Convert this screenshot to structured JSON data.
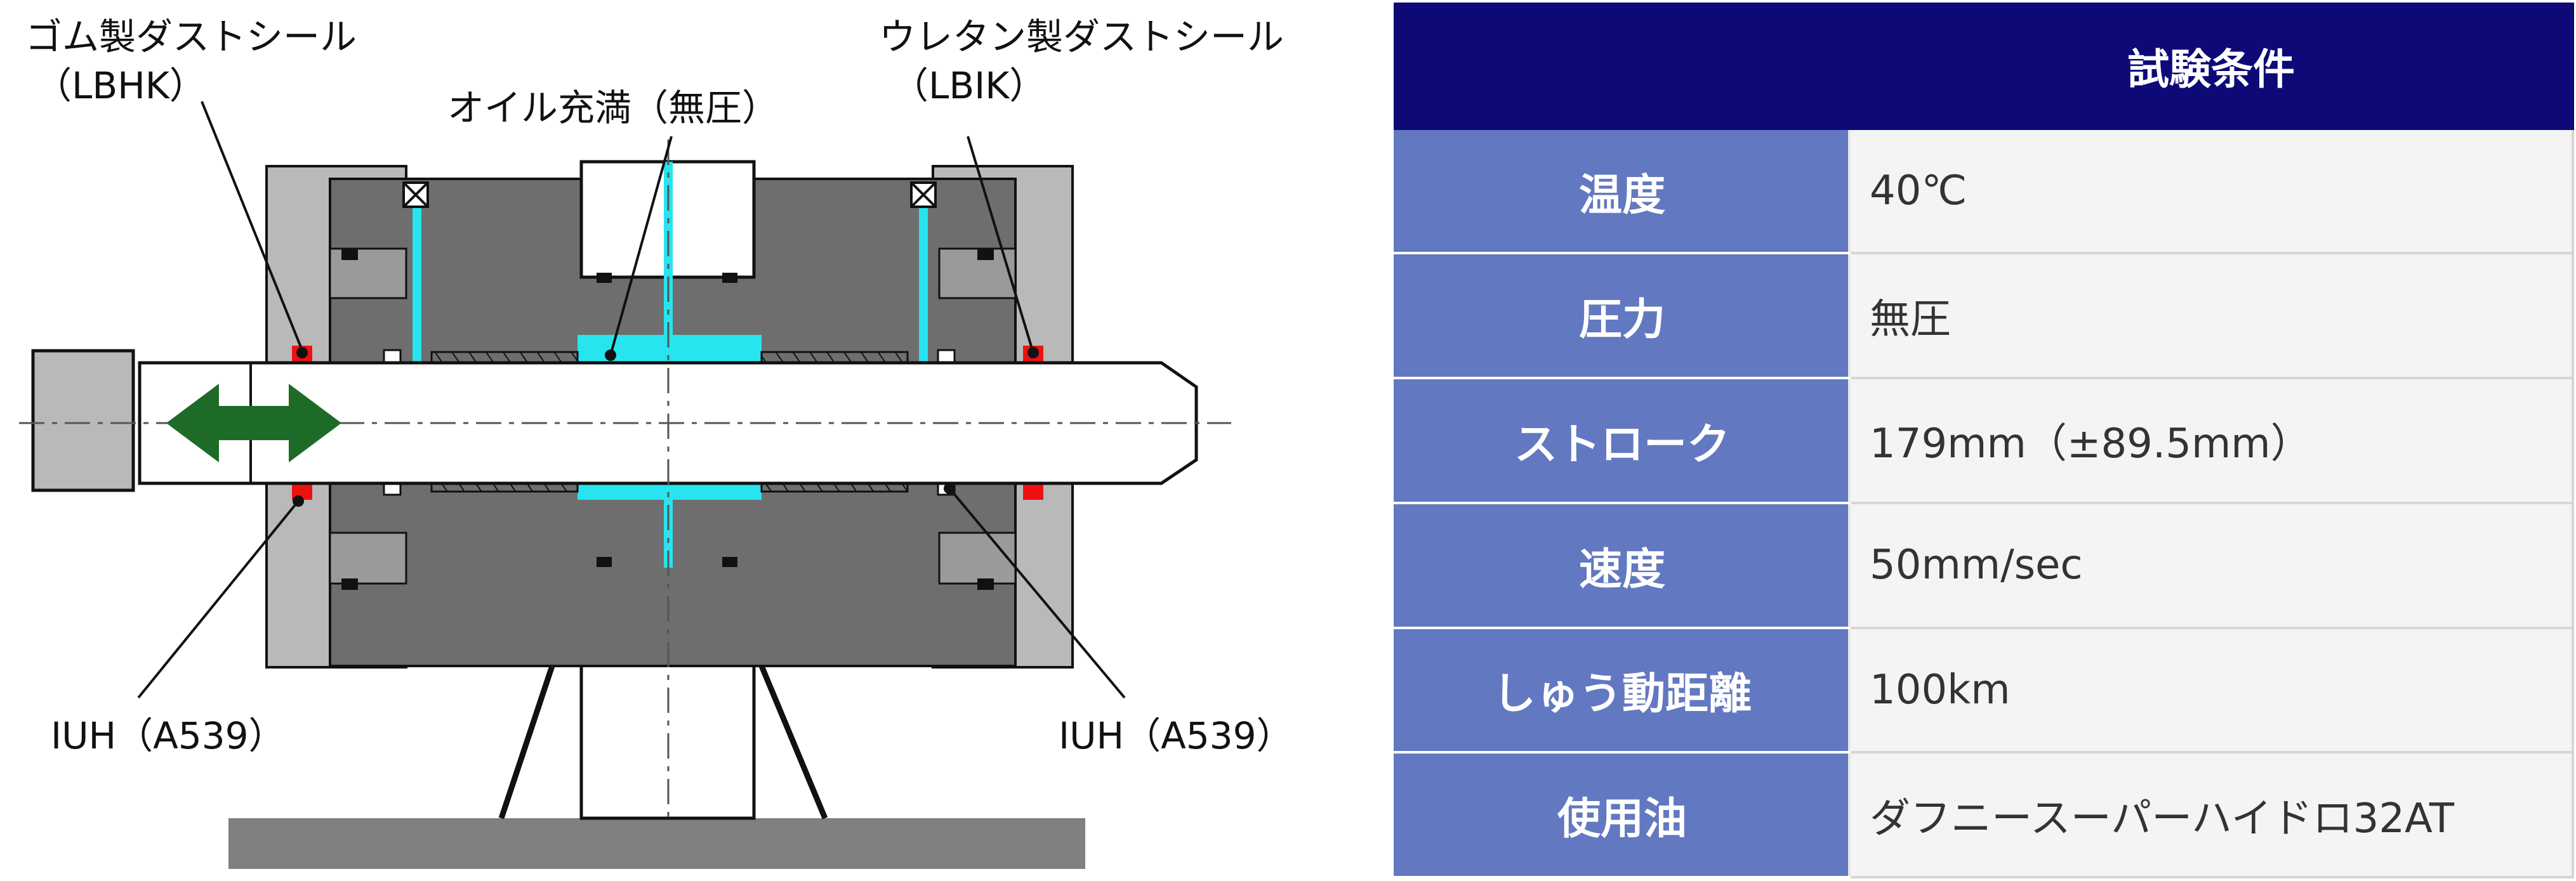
{
  "diagram": {
    "labels": {
      "rubber_seal": "ゴム製ダストシール",
      "rubber_seal_code": "（LBHK）",
      "oil": "オイル充満（無圧）",
      "urethane_seal": "ウレタン製ダストシール",
      "urethane_seal_code": "（LBIK）",
      "iuh_left": "IUH（A539）",
      "iuh_right": "IUH（A539）"
    },
    "colors": {
      "housing": "#6e6e6e",
      "cover": "#b9b9b9",
      "oil": "#27e4ef",
      "dust_seal": "#ee1111",
      "arrow": "#1d6b27",
      "base": "#808080"
    },
    "icons": [
      "double-arrow-icon"
    ]
  },
  "table": {
    "header": "試験条件",
    "rows": [
      {
        "label": "温度",
        "value": "40℃"
      },
      {
        "label": "圧力",
        "value": "無圧"
      },
      {
        "label": "ストローク",
        "value": "179mm（±89.5mm）"
      },
      {
        "label": "速度",
        "value": "50mm/sec"
      },
      {
        "label": "しゅう動距離",
        "value": "100km"
      },
      {
        "label": "使用油",
        "value": "ダフニースーパーハイドロ32AT"
      }
    ],
    "colors": {
      "header_bg": "#0d0a78",
      "label_bg": "#6278c0",
      "value_bg": "#f4f4f4"
    }
  }
}
